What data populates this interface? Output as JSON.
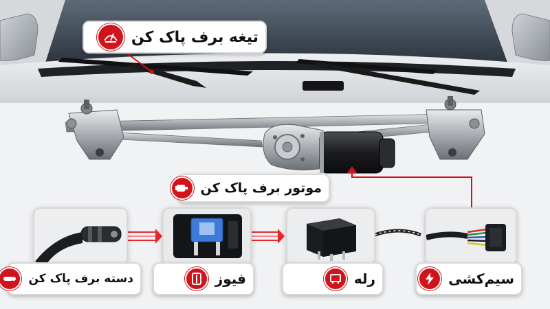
{
  "labels": {
    "blade": "تیغه برف پاک کن",
    "motor": "موتور برف پاک کن",
    "stalk": "دسته برف پاک کن",
    "fuse": "فیوز",
    "relay": "رله",
    "wiring": "سیم‌کشی"
  },
  "icons": {
    "blade": "windshield-wiper-icon",
    "motor": "motor-icon",
    "stalk": "stalk-switch-icon",
    "fuse": "fuse-icon",
    "relay": "relay-icon",
    "wiring": "lightning-bolt-icon"
  },
  "colors": {
    "accent": "#d1141b",
    "flow_arrow": "#e8262c"
  }
}
